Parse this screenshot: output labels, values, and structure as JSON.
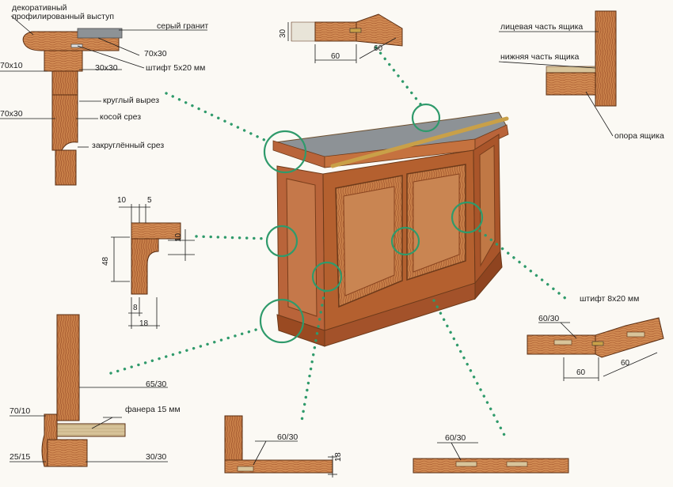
{
  "colors": {
    "wood_light": "#d7925a",
    "wood_mid": "#b9643a",
    "wood_dark": "#8a3f1f",
    "panel": "#c9804a",
    "granite": "#8d9296",
    "brass": "#c9a048",
    "callout": "#2f9a6b",
    "line": "#1a1a1a"
  },
  "icons": {
    "callout_circle": "circle-icon"
  },
  "labels": {
    "decorative": "декоративный",
    "profiled_ledge": "профилированный выступ",
    "grey_granite": "серый гранит",
    "d70x30_top": "70x30",
    "pin_5x20": "штифт 5х20 мм",
    "d70x10": "70x10",
    "d30x30": "30x30",
    "round_cut": "круглый вырез",
    "d70x30_side": "70x30",
    "bevel_cut": "косой срез",
    "rounded_cut": "закруглённый срез",
    "drawer_front": "лицевая часть ящика",
    "drawer_bottom": "нижняя часть ящика",
    "drawer_support": "опора ящика",
    "pin_8x20": "штифт 8х20 мм",
    "d65_30": "65/30",
    "d70_10": "70/10",
    "plywood_15": "фанера 15 мм",
    "d25_15": "25/15",
    "d30_30": "30/30",
    "d60_30_bl": "60/30",
    "d60_30_bc": "60/30",
    "d60_30_r": "60/30",
    "d18_bot": "18"
  },
  "dims": {
    "top_30": "30",
    "top_60a": "60",
    "top_60b": "60",
    "mid_10a": "10",
    "mid_5": "5",
    "mid_10b": "10",
    "mid_48": "48",
    "mid_8": "8",
    "mid_18": "18",
    "right_60a": "60",
    "right_60b": "60"
  }
}
